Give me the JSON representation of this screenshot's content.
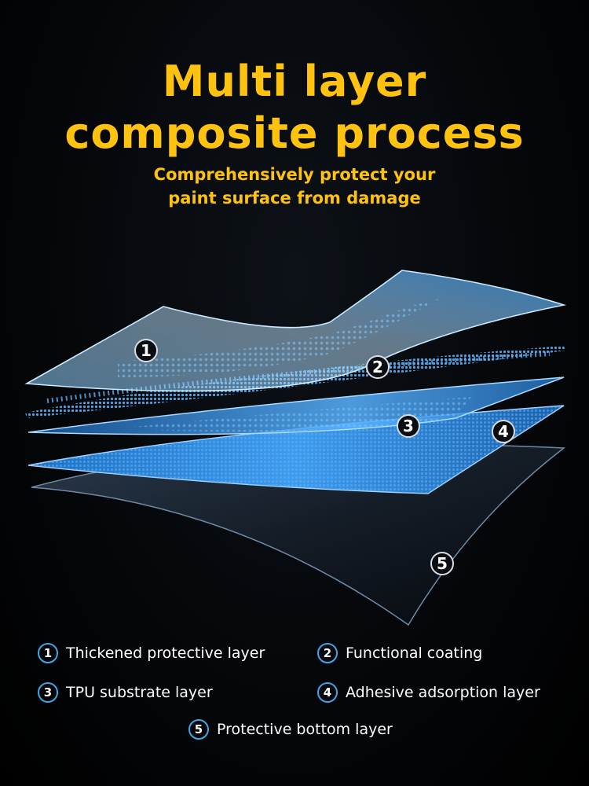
{
  "title": {
    "line1": "Multi layer",
    "line2": "composite process"
  },
  "subtitle": {
    "line1": "Comprehensively protect your",
    "line2": "paint surface from damage"
  },
  "colors": {
    "accent": "#ffc20e",
    "layer_blue": "#2f8fe0",
    "background": "#000000"
  },
  "layer_badges": [
    "1",
    "2",
    "3",
    "4",
    "5"
  ],
  "legend": [
    {
      "num": "1",
      "label": "Thickened protective layer"
    },
    {
      "num": "2",
      "label": "Functional coating"
    },
    {
      "num": "3",
      "label": "TPU substrate layer"
    },
    {
      "num": "4",
      "label": "Adhesive adsorption layer"
    },
    {
      "num": "5",
      "label": "Protective bottom layer"
    }
  ]
}
